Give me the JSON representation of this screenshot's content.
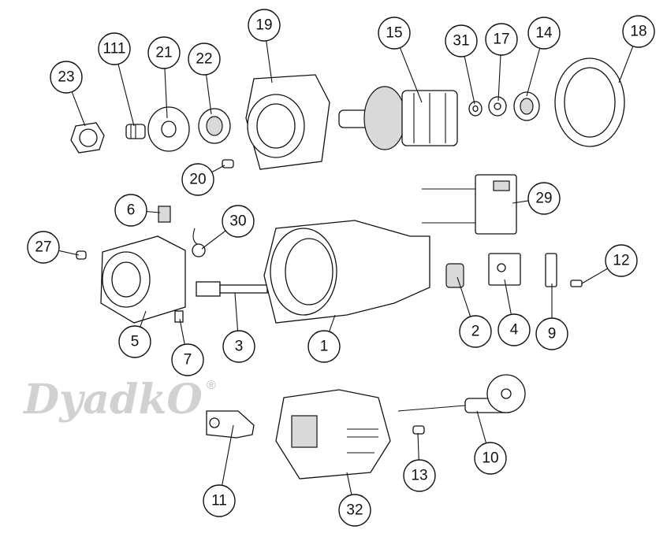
{
  "diagram": {
    "callouts": [
      "23",
      "111",
      "21",
      "22",
      "19",
      "15",
      "31",
      "17",
      "14",
      "18",
      "20",
      "29",
      "6",
      "30",
      "27",
      "12",
      "2",
      "4",
      "9",
      "5",
      "7",
      "3",
      "1",
      "11",
      "32",
      "13",
      "10"
    ],
    "watermark": "DyadkO",
    "watermark_mark": "®"
  }
}
